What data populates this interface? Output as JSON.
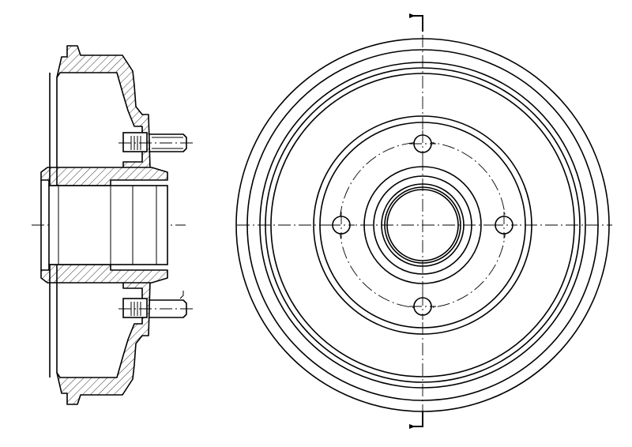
{
  "drawing": {
    "views": [
      "section-view",
      "front-view"
    ],
    "front_view": {
      "bolt_holes": 4
    }
  }
}
